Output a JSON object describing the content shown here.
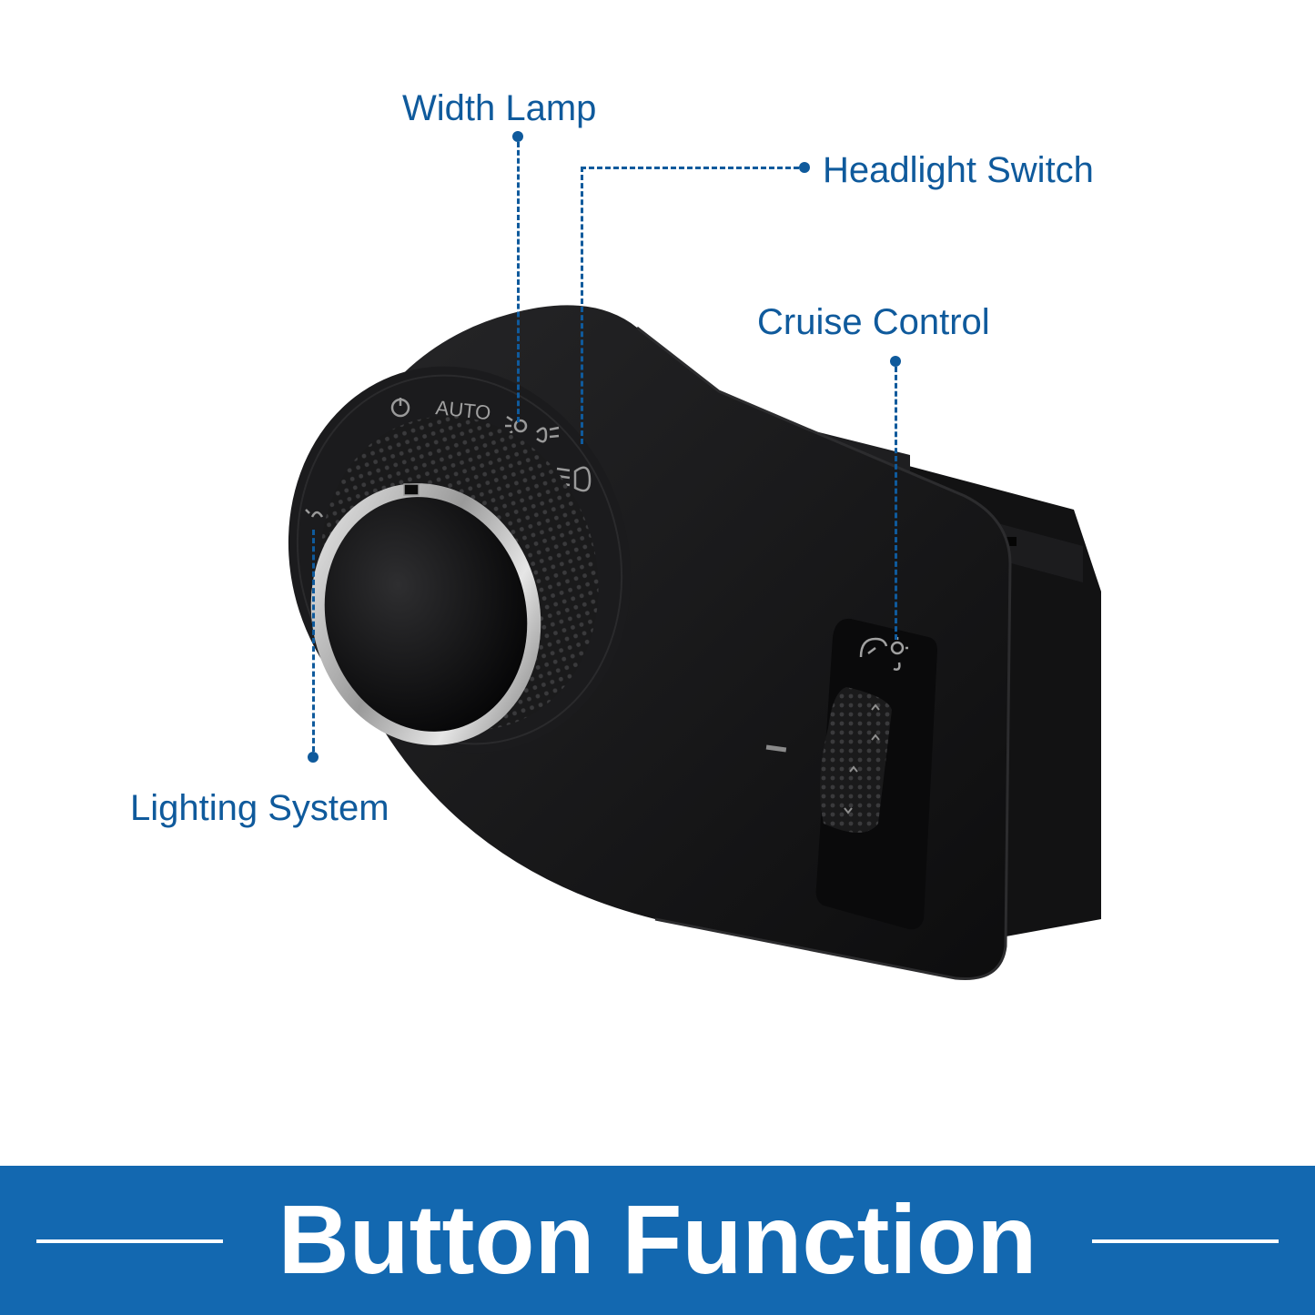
{
  "callouts": {
    "width_lamp": "Width Lamp",
    "headlight_switch": "Headlight Switch",
    "cruise_control": "Cruise Control",
    "lighting_system": "Lighting System"
  },
  "product": {
    "dial_auto": "AUTO"
  },
  "banner": {
    "title": "Button Function"
  },
  "colors": {
    "callout_blue": "#0f5a9c",
    "banner_blue": "#1368b0",
    "product_black": "#161616"
  }
}
